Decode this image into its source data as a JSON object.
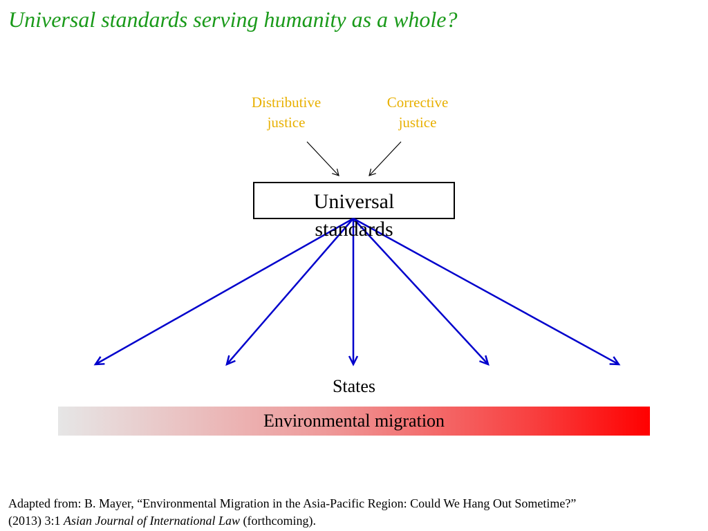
{
  "slide": {
    "title": "Universal standards serving humanity as a whole?"
  },
  "diagram": {
    "sources": [
      {
        "line1": "Distributive",
        "line2": "justice"
      },
      {
        "line1": "Corrective",
        "line2": "justice"
      }
    ],
    "center": {
      "line1": "Universal",
      "line2": "standards"
    },
    "target_label": "States",
    "band_label": "Environmental migration",
    "colors": {
      "title": "#1a9a1a",
      "source_labels": "#e8b000",
      "blue_arrows": "#0000cc",
      "band_start": "#e6e6e6",
      "band_end": "#ff0000"
    }
  },
  "citation": {
    "line1": "Adapted from: B. Mayer, “Environmental Migration in the Asia-Pacific Region: Could We Hang Out Sometime?”",
    "line2_prefix": "(2013) 3:1 ",
    "line2_journal": "Asian Journal of International Law",
    "line2_suffix": " (forthcoming)."
  }
}
